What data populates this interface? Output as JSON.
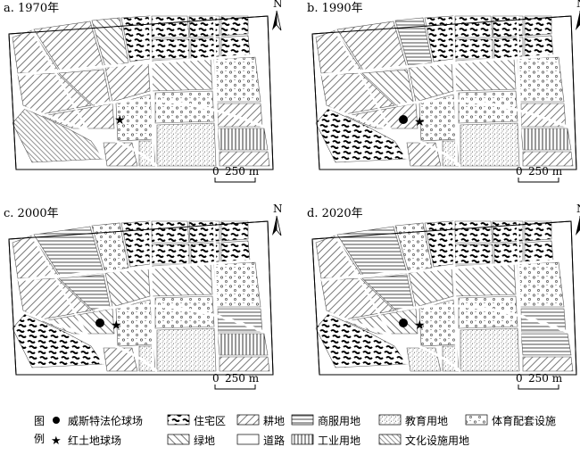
{
  "panels": [
    {
      "label": "a. 1970年",
      "year": 1970
    },
    {
      "label": "b. 1990年",
      "year": 1990
    },
    {
      "label": "c. 2000年",
      "year": 2000
    },
    {
      "label": "d. 2020年",
      "year": 2020
    }
  ],
  "north_label": "N",
  "scale_bar": {
    "zero": "0",
    "length_label": "250 m"
  },
  "legend": {
    "title_line1": "图",
    "title_line2": "例",
    "items": [
      {
        "key": "wimbledon",
        "label": "威斯特法伦球场",
        "symbol": "dot"
      },
      {
        "key": "residential",
        "label": "住宅区",
        "pattern": "residential"
      },
      {
        "key": "farmland",
        "label": "耕地",
        "pattern": "farmland"
      },
      {
        "key": "commercial",
        "label": "商服用地",
        "pattern": "commercial"
      },
      {
        "key": "education",
        "label": "教育用地",
        "pattern": "education"
      },
      {
        "key": "sports",
        "label": "体育配套设施",
        "pattern": "sports"
      },
      {
        "key": "redclay",
        "label": "红土地球场",
        "symbol": "star"
      },
      {
        "key": "greenland",
        "label": "绿地",
        "pattern": "greenland"
      },
      {
        "key": "road",
        "label": "道路",
        "pattern": "road"
      },
      {
        "key": "industrial",
        "label": "工业用地",
        "pattern": "industrial"
      },
      {
        "key": "culture",
        "label": "文化设施用地",
        "pattern": "culture"
      }
    ]
  },
  "colors": {
    "ink": "#000000",
    "paper": "#ffffff",
    "road": "#ffffff",
    "line": "#333333"
  }
}
